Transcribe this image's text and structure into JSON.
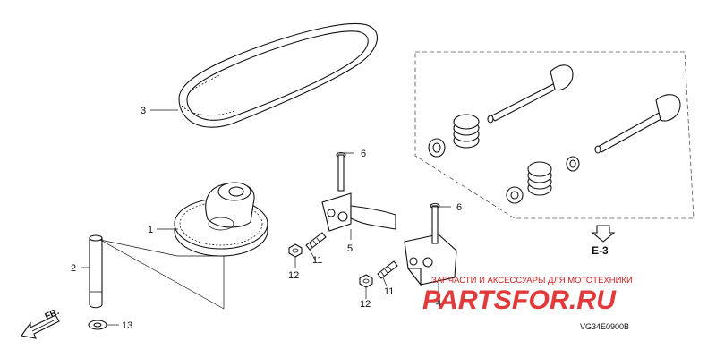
{
  "callouts": {
    "p1": "1",
    "p2": "2",
    "p3": "3",
    "p4": "4",
    "p5": "5",
    "p6a": "6",
    "p6b": "6",
    "p11a": "11",
    "p11b": "11",
    "p12a": "12",
    "p12b": "12",
    "p13": "13"
  },
  "section_ref": "E-3",
  "direction_label": "FR.",
  "drawing_code": "VG34E0900B",
  "watermark": {
    "tagline": "ЗАПЧАСТИ И АКСЕССУАРЫ ДЛЯ МОТОТЕХНИКИ",
    "logo": "PARTSFOR.RU"
  },
  "colors": {
    "line": "#111111",
    "watermark": "#e23a3a"
  }
}
